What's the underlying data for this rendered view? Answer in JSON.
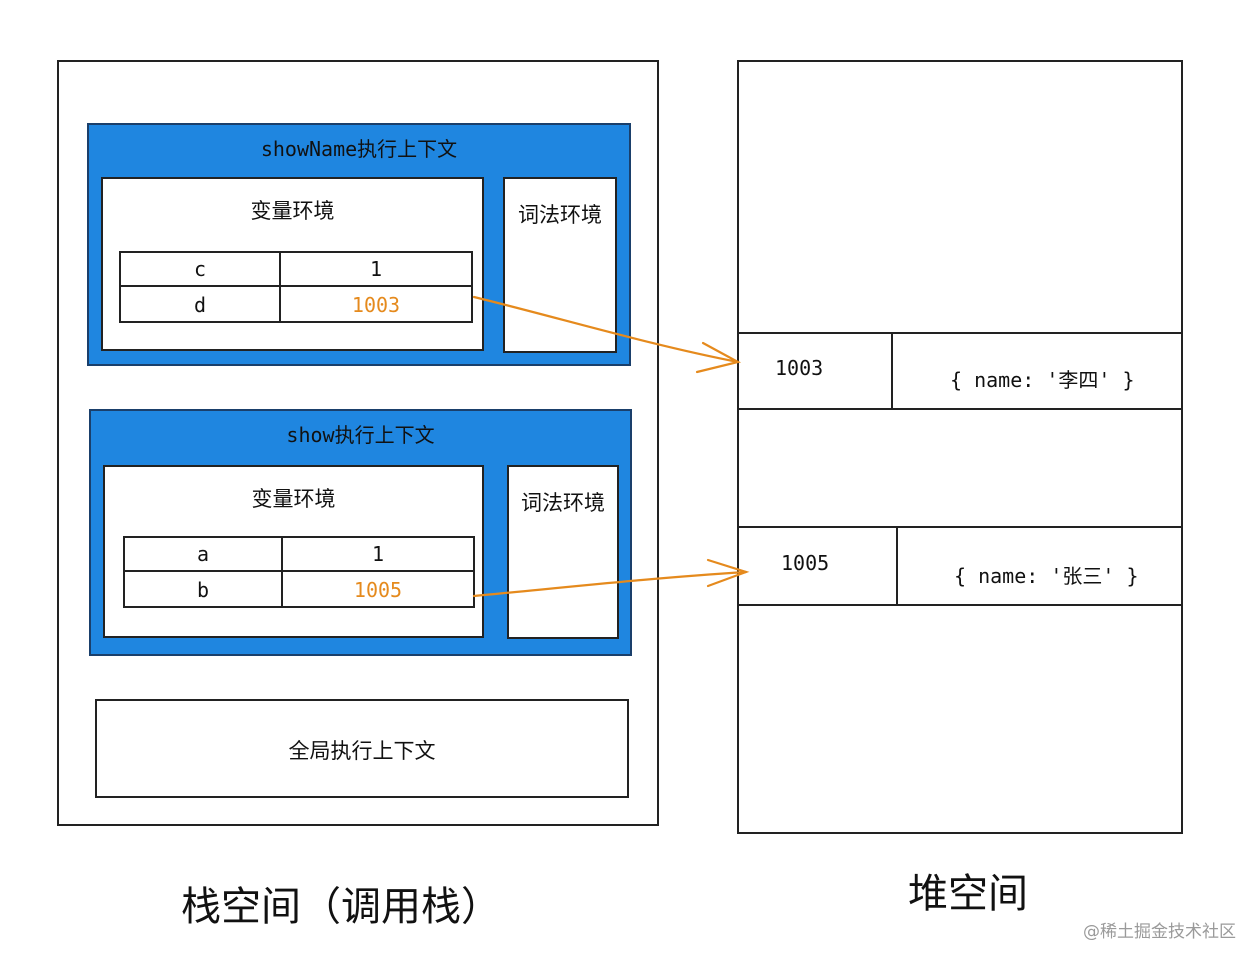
{
  "stack": {
    "caption": "栈空间（调用栈）",
    "contexts": [
      {
        "title": "showName执行上下文",
        "variable_env_title": "变量环境",
        "lexical_env_title": "词法环境",
        "rows": [
          {
            "name": "c",
            "value": "1"
          },
          {
            "name": "d",
            "value": "1003"
          }
        ]
      },
      {
        "title": "show执行上下文",
        "variable_env_title": "变量环境",
        "lexical_env_title": "词法环境",
        "rows": [
          {
            "name": "a",
            "value": "1"
          },
          {
            "name": "b",
            "value": "1005"
          }
        ]
      }
    ],
    "global_context": "全局执行上下文"
  },
  "heap": {
    "caption": "堆空间",
    "entries": [
      {
        "address": "1003",
        "value": "{ name: '李四' }"
      },
      {
        "address": "1005",
        "value": "{ name: '张三' }"
      }
    ]
  },
  "watermark": "@稀土掘金技术社区",
  "colors": {
    "context_bg": "#1f86e0",
    "pointer": "#e58a1d"
  }
}
